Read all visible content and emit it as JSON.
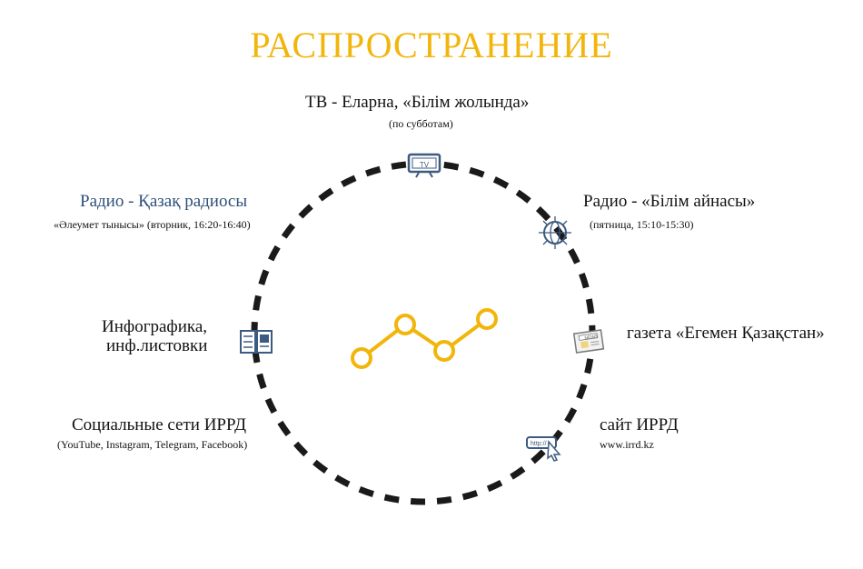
{
  "title": "РАСПРОСТРАНЕНИЕ",
  "colors": {
    "accent": "#f2b50b",
    "dash": "#1a1a1a",
    "icon": "#3d5a80",
    "radio_label": "#2e4f7a"
  },
  "nodes": {
    "tv": {
      "label": "ТВ - Еларна, «Білім жолында»",
      "note": "(по субботам)",
      "icon": "tv-icon",
      "icon_text": "TV"
    },
    "radio_kz": {
      "label": "Радио - Қазақ радиосы",
      "note": "«Әлеумет тынысы» (вторник, 16:20-16:40)"
    },
    "radio_bilim": {
      "label": "Радио - «Білім айнасы»",
      "note": "(пятница, 15:10-15:30)",
      "icon": "globe-network-icon"
    },
    "infographics": {
      "line1": "Инфографика,",
      "line2": "инф.листовки",
      "icon": "leaflet-icon"
    },
    "newspaper": {
      "label": "газета «Егемен Қазақстан»",
      "icon": "newspaper-icon",
      "icon_text": "NEWS"
    },
    "social": {
      "label": "Социальные сети ИРРД",
      "note": "(YouTube, Instagram, Telegram, Facebook)"
    },
    "website": {
      "label": "сайт ИРРД",
      "note": "www.irrd.kz",
      "icon": "browser-cursor-icon",
      "icon_text": "http://"
    }
  },
  "center_icon": "trend-line-icon"
}
